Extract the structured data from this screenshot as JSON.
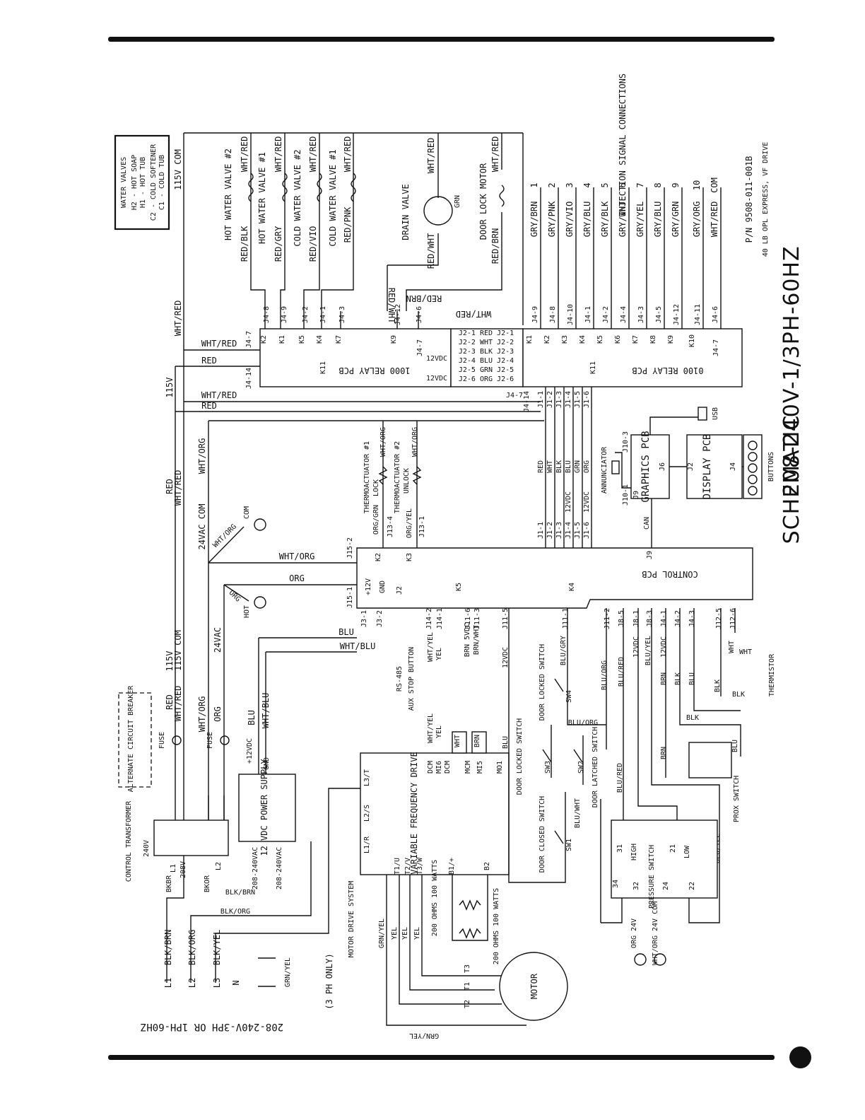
{
  "title": "SCHEMATIC",
  "voltage_title": "208-240V-1/3PH-60HZ",
  "part_number": "P/N 9508-011-001B",
  "model": "40 LB OPL EXPRESS, VF DRIVE",
  "footer_note": "208-240V-3PH OR 1PH-60HZ",
  "three_ph_only": "(3 PH ONLY)",
  "legend": {
    "title": "WATER VALVES",
    "items": [
      "H2 - HOT SOAP",
      "H1 - HOT TUB",
      "C2 - COLD SOFTENER",
      "C1 - COLD TUB"
    ]
  },
  "valves": [
    {
      "name": "HOT WATER VALVE #2",
      "wire_in": "RED/BLK",
      "wire_out": "WHT/RED"
    },
    {
      "name": "HOT WATER VALVE #1",
      "wire_in": "RED/GRY",
      "wire_out": "WHT/RED"
    },
    {
      "name": "COLD WATER VALVE #2",
      "wire_in": "RED/VIO",
      "wire_out": "WHT/RED"
    },
    {
      "name": "COLD WATER VALVE #1",
      "wire_in": "RED/PNK",
      "wire_out": "WHT/RED"
    }
  ],
  "drain_valve": {
    "name": "DRAIN VALVE",
    "wire_in": "RED/WHT",
    "wire_out": "WHT/RED",
    "ground": "GRN"
  },
  "door_lock_motor": {
    "name": "DOOR LOCK MOTOR",
    "wire_in": "RED/BRN",
    "wire_out": "WHT/RED"
  },
  "injection": {
    "title": "INJECTION SIGNAL CONNECTIONS",
    "signals": [
      {
        "wire": "GRY/BRN",
        "num": "1"
      },
      {
        "wire": "GRY/PNK",
        "num": "2"
      },
      {
        "wire": "GRY/VIO",
        "num": "3"
      },
      {
        "wire": "GRY/BLU",
        "num": "4"
      },
      {
        "wire": "GRY/BLK",
        "num": "5"
      },
      {
        "wire": "GRY/WHT",
        "num": "6"
      },
      {
        "wire": "GRY/YEL",
        "num": "7"
      },
      {
        "wire": "GRY/BLU",
        "num": "8"
      },
      {
        "wire": "GRY/GRN",
        "num": "9"
      },
      {
        "wire": "GRY/ORG",
        "num": "10"
      },
      {
        "wire": "WHT/RED",
        "num": "COM"
      }
    ]
  },
  "relay_pcb_1": {
    "name": "1000 RELAY PCB",
    "pins": [
      "J4-8",
      "J4-9",
      "J4-2",
      "J4-1",
      "J4-3",
      "J4-12",
      "J4-6"
    ],
    "relays": [
      "K2",
      "K1",
      "K5",
      "K4",
      "K7",
      "K9",
      "K11"
    ],
    "j2": [
      "J2-1 RED J2-1",
      "J2-2 WHT J2-2",
      "J2-3 BLK J2-3",
      "J2-4 BLU J2-4",
      "J2-5 GRN J2-5",
      "J2-6 ORG J2-6"
    ],
    "side": [
      "J4-7",
      "J4-14",
      "12VDC",
      "12VDC"
    ]
  },
  "relay_pcb_2": {
    "name": "0100 RELAY PCB",
    "pins": [
      "J4-9",
      "J4-8",
      "J4-10",
      "J4-1",
      "J4-2",
      "J4-4",
      "J4-3",
      "J4-5",
      "J4-12",
      "J4-11",
      "J4-6"
    ],
    "relays": [
      "K1",
      "K2",
      "K3",
      "K4",
      "K5",
      "K6",
      "K7",
      "K8",
      "K9",
      "K10",
      "K11"
    ],
    "side": [
      "J4-7",
      "J4-14"
    ]
  },
  "control_pcb": {
    "name": "CONTROL PCB",
    "top_pins": [
      "J1-1",
      "J1-2",
      "J1-3",
      "J1-4",
      "J1-5",
      "J1-6"
    ],
    "top_wires": [
      "RED",
      "WHT",
      "BLK",
      "12VDC",
      "12VDC",
      "BLU",
      "GRN",
      "ORG"
    ],
    "relays": [
      "K2",
      "K3",
      "K5",
      "K4"
    ],
    "left_pins": [
      "J15-2",
      "J15-1",
      "J3-1",
      "J3-2",
      "J2",
      "+12V",
      "GND"
    ],
    "bottom_pins": [
      "J14-2",
      "J14-1",
      "J11-6",
      "J11-3",
      "J11-5",
      "J11-1",
      "J11-2",
      "J8-5",
      "J8-1",
      "J8-3",
      "J4-1",
      "J4-2",
      "J4-3",
      "J12-5",
      "J12-6"
    ],
    "j9": "J9",
    "can": "CAN"
  },
  "graphics_pcb": {
    "name": "GRAPHICS PCB",
    "pins": [
      "J10-1",
      "J10-3",
      "J9",
      "J6"
    ],
    "usb": "USB"
  },
  "display_pcb": {
    "name": "DISPLAY PCB",
    "pins": [
      "J2",
      "J4"
    ],
    "buttons": "BUTTONS"
  },
  "annunciator": "ANNUNCIATOR",
  "thermoactuators": [
    {
      "name": "THERMOACTUATOR #1",
      "label": "LOCK",
      "wire": "ORG/GRN",
      "pin": "J13-4",
      "ret": "WHT/ORG"
    },
    {
      "name": "THERMOACTUATOR #2",
      "label": "UNLOCK",
      "wire": "ORG/YEL",
      "pin": "J13-1",
      "ret": "WHT/ORG"
    }
  ],
  "power": {
    "lines": [
      "L1",
      "L2",
      "L3",
      "N"
    ],
    "line_wires": [
      "BLK/BRN",
      "BLK/ORG",
      "BLK/YEL"
    ],
    "ground": "GRN/YEL",
    "transformer": "CONTROL TRANSFORMER",
    "transformer_taps": [
      "240V",
      "208V",
      "L1",
      "L2",
      "BKBR",
      "BKOR"
    ],
    "fuse": "FUSE",
    "breaker": "ALTERNATE CIRCUIT BREAKER",
    "rails": [
      "115V",
      "115V COM",
      "24VAC",
      "24VAC COM",
      "115V",
      "WHT/RED",
      "RED",
      "WHT/ORG",
      "ORG"
    ],
    "hot": "HOT",
    "com": "COM"
  },
  "psu": {
    "name": "12 VDC POWER SUPPLY",
    "pins": [
      "+12VDC",
      "GND"
    ],
    "wires": [
      "BLU",
      "WHT/BLU"
    ],
    "inputs": [
      "208-240VAC",
      "208-240VAC"
    ]
  },
  "vfd": {
    "name": "VARIABLE FREQUENCY DRIVE",
    "inputs": [
      "L1/R",
      "L2/S",
      "L3/T"
    ],
    "outputs": [
      "T1/U",
      "T2/V",
      "T3/W"
    ],
    "b_pins": [
      "B1/+",
      "B2"
    ],
    "dc_pins": [
      "DCM",
      "MI6",
      "DCM",
      "MCM",
      "MI5",
      "MO1"
    ],
    "wires": [
      "WHT/YEL",
      "YEL",
      "WHT",
      "BRN",
      "BLU"
    ]
  },
  "motor": {
    "name": "MOTOR",
    "terminals": [
      "T1",
      "T2",
      "T3"
    ],
    "system": "MOTOR DRIVE SYSTEM",
    "wires": [
      "GRN/YEL",
      "YEL",
      "YEL",
      "YEL"
    ]
  },
  "resistors": [
    {
      "label": "200 OHMS 100 WATTS"
    },
    {
      "label": "200 OHMS 100 WATTS"
    }
  ],
  "switches": [
    {
      "name": "DOOR LOCKED SWITCH",
      "id": "SW4"
    },
    {
      "name": "DOOR LOCKED SWITCH",
      "id": "SW3"
    },
    {
      "name": "DOOR LATCHED SWITCH",
      "id": "SW2"
    },
    {
      "name": "DOOR CLOSED SWITCH",
      "id": "SW1"
    }
  ],
  "misc": {
    "rs485": "RS-485",
    "aux_stop": "AUX STOP BUTTON",
    "brn_5vdc": "BRN 5VDC",
    "brn_wht": "BRN/WHT",
    "blu_gry": "BLU/GRY",
    "blu_org": "BLU/ORG",
    "blu_wht": "BLU/WHT",
    "blu_red": "BLU/RED",
    "blu_yel": "BLU/YEL",
    "twelve_vdc": "12VDC"
  },
  "pressure_switch": {
    "name": "PRESSURE SWITCH",
    "high": "HIGH",
    "low": "LOW",
    "contacts": [
      "31",
      "32",
      "34",
      "21",
      "22",
      "24"
    ],
    "wires": [
      "ORG 24V",
      "WHT/ORG 24V COM"
    ]
  },
  "prox_switch": {
    "name": "PROX SWITCH",
    "wires": [
      "BRN",
      "BLK",
      "BLU"
    ]
  },
  "thermistor": {
    "name": "THERMISTOR",
    "wires": [
      "WHT",
      "BLK"
    ]
  }
}
